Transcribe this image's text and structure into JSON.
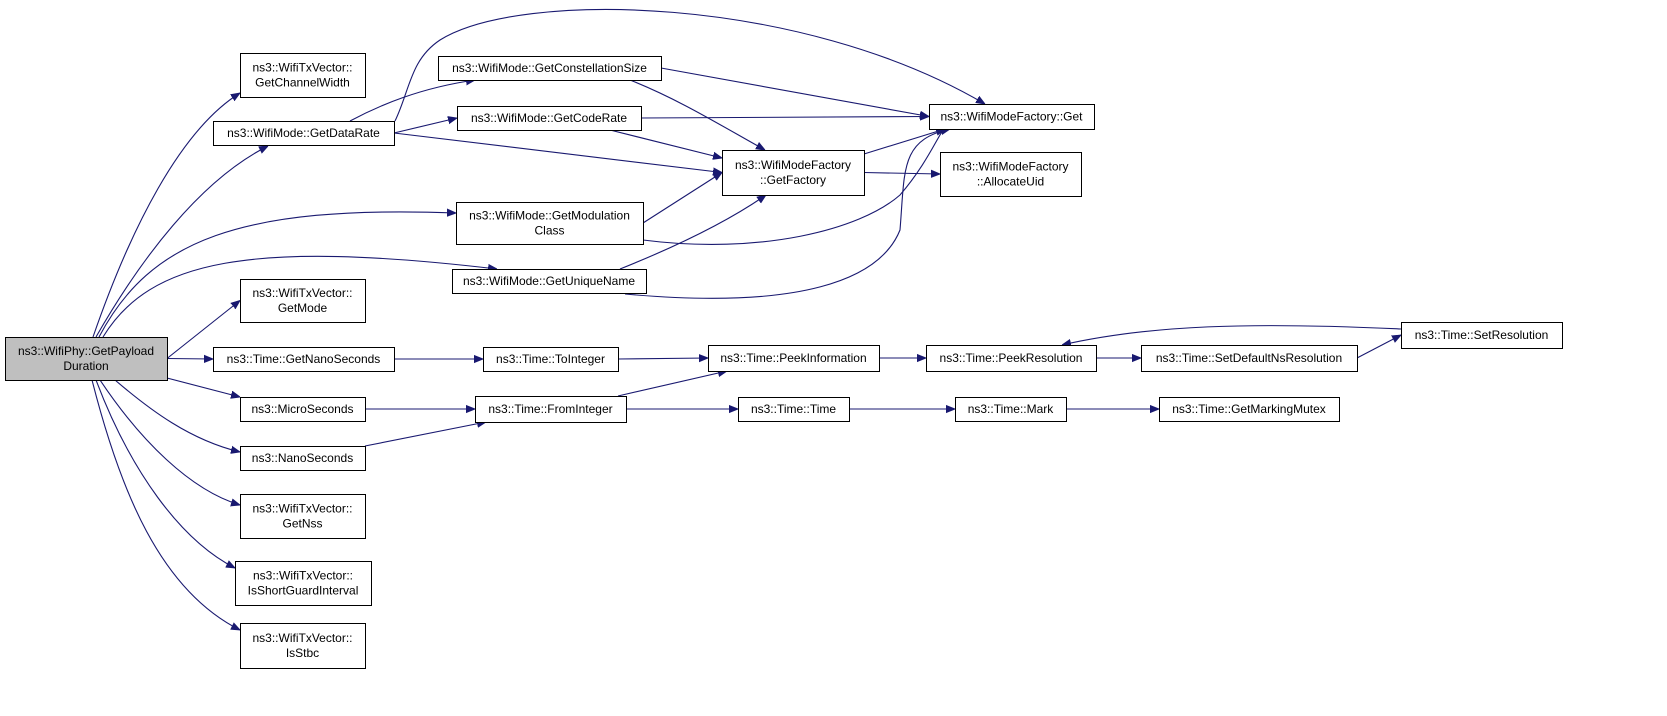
{
  "graph": {
    "title": "",
    "nodes": [
      {
        "id": "root",
        "lines": [
          "ns3::WifiPhy::GetPayload",
          "Duration"
        ],
        "root": true
      },
      {
        "id": "txv_chw",
        "lines": [
          "ns3::WifiTxVector::",
          "GetChannelWidth"
        ]
      },
      {
        "id": "mode_dr",
        "lines": [
          "ns3::WifiMode::GetDataRate"
        ]
      },
      {
        "id": "mode_cs",
        "lines": [
          "ns3::WifiMode::GetConstellationSize"
        ]
      },
      {
        "id": "mode_cr",
        "lines": [
          "ns3::WifiMode::GetCodeRate"
        ]
      },
      {
        "id": "mf_get",
        "lines": [
          "ns3::WifiModeFactory::Get"
        ]
      },
      {
        "id": "mf_gf",
        "lines": [
          "ns3::WifiModeFactory",
          "::GetFactory"
        ]
      },
      {
        "id": "mf_au",
        "lines": [
          "ns3::WifiModeFactory",
          "::AllocateUid"
        ]
      },
      {
        "id": "mode_mc",
        "lines": [
          "ns3::WifiMode::GetModulation",
          "Class"
        ]
      },
      {
        "id": "mode_un",
        "lines": [
          "ns3::WifiMode::GetUniqueName"
        ]
      },
      {
        "id": "txv_mode",
        "lines": [
          "ns3::WifiTxVector::",
          "GetMode"
        ]
      },
      {
        "id": "t_gns",
        "lines": [
          "ns3::Time::GetNanoSeconds"
        ]
      },
      {
        "id": "t_toi",
        "lines": [
          "ns3::Time::ToInteger"
        ]
      },
      {
        "id": "t_pi",
        "lines": [
          "ns3::Time::PeekInformation"
        ]
      },
      {
        "id": "t_pr",
        "lines": [
          "ns3::Time::PeekResolution"
        ]
      },
      {
        "id": "t_sdnr",
        "lines": [
          "ns3::Time::SetDefaultNsResolution"
        ]
      },
      {
        "id": "t_sr",
        "lines": [
          "ns3::Time::SetResolution"
        ]
      },
      {
        "id": "micro",
        "lines": [
          "ns3::MicroSeconds"
        ]
      },
      {
        "id": "t_fi",
        "lines": [
          "ns3::Time::FromInteger"
        ]
      },
      {
        "id": "t_time",
        "lines": [
          "ns3::Time::Time"
        ]
      },
      {
        "id": "t_mark",
        "lines": [
          "ns3::Time::Mark"
        ]
      },
      {
        "id": "t_gmm",
        "lines": [
          "ns3::Time::GetMarkingMutex"
        ]
      },
      {
        "id": "nano",
        "lines": [
          "ns3::NanoSeconds"
        ]
      },
      {
        "id": "txv_nss",
        "lines": [
          "ns3::WifiTxVector::",
          "GetNss"
        ]
      },
      {
        "id": "txv_sgi",
        "lines": [
          "ns3::WifiTxVector::",
          "IsShortGuardInterval"
        ]
      },
      {
        "id": "txv_stbc",
        "lines": [
          "ns3::WifiTxVector::",
          "IsStbc"
        ]
      }
    ],
    "edges": [
      [
        "root",
        "txv_chw"
      ],
      [
        "root",
        "mode_dr"
      ],
      [
        "root",
        "mode_mc"
      ],
      [
        "root",
        "mode_un"
      ],
      [
        "root",
        "txv_mode"
      ],
      [
        "root",
        "t_gns"
      ],
      [
        "root",
        "micro"
      ],
      [
        "root",
        "nano"
      ],
      [
        "root",
        "txv_nss"
      ],
      [
        "root",
        "txv_sgi"
      ],
      [
        "root",
        "txv_stbc"
      ],
      [
        "mode_dr",
        "mode_cs"
      ],
      [
        "mode_dr",
        "mode_cr"
      ],
      [
        "mode_dr",
        "mf_gf"
      ],
      [
        "mode_dr",
        "mf_get"
      ],
      [
        "mode_cs",
        "mf_get"
      ],
      [
        "mode_cs",
        "mf_gf"
      ],
      [
        "mode_cr",
        "mf_get"
      ],
      [
        "mode_cr",
        "mf_gf"
      ],
      [
        "mf_gf",
        "mf_get"
      ],
      [
        "mf_gf",
        "mf_au"
      ],
      [
        "mode_mc",
        "mf_gf"
      ],
      [
        "mode_mc",
        "mf_get"
      ],
      [
        "mode_un",
        "mf_gf"
      ],
      [
        "mode_un",
        "mf_get"
      ],
      [
        "t_gns",
        "t_toi"
      ],
      [
        "t_toi",
        "t_pi"
      ],
      [
        "t_pi",
        "t_pr"
      ],
      [
        "t_pr",
        "t_sdnr"
      ],
      [
        "t_sdnr",
        "t_sr"
      ],
      [
        "t_sr",
        "t_pr"
      ],
      [
        "micro",
        "t_fi"
      ],
      [
        "nano",
        "t_fi"
      ],
      [
        "t_fi",
        "t_pi"
      ],
      [
        "t_fi",
        "t_time"
      ],
      [
        "t_time",
        "t_mark"
      ],
      [
        "t_mark",
        "t_gmm"
      ]
    ]
  }
}
